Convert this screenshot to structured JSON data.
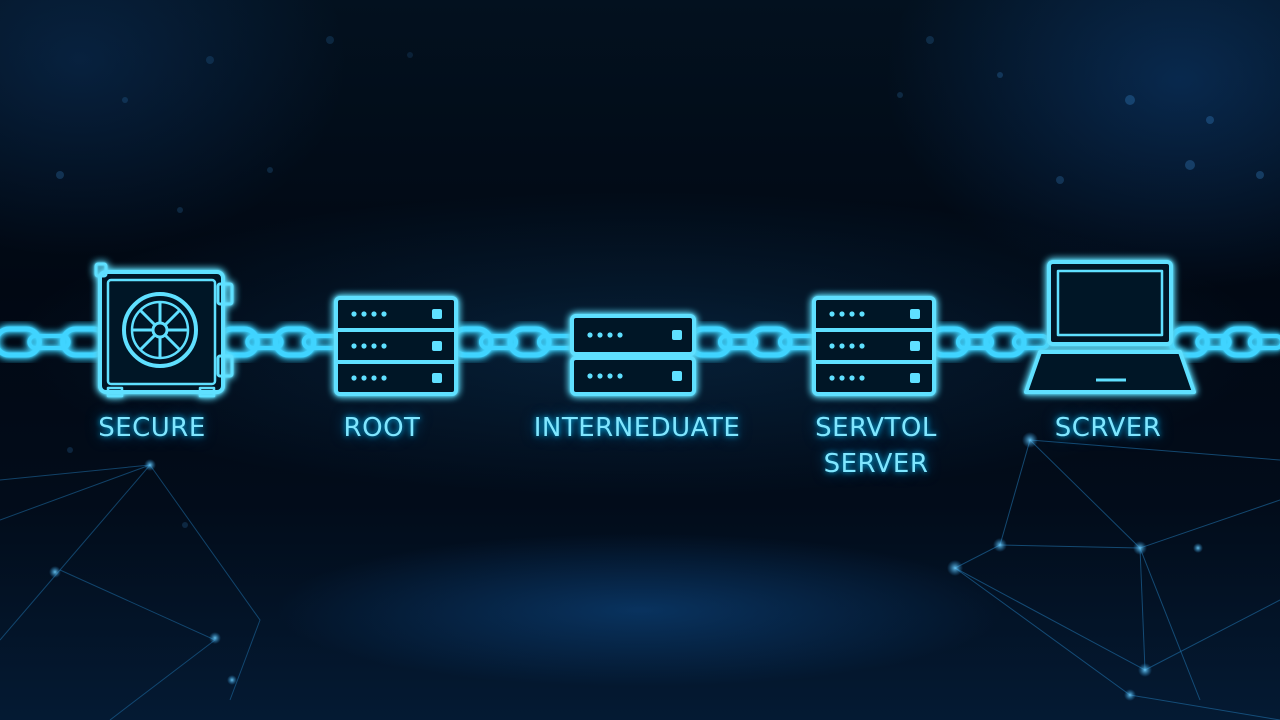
{
  "colors": {
    "glow": "#3fd4ff",
    "glow_core": "#b8f4ff",
    "label": "#7fe6ff",
    "background": "#020c18",
    "network": "#1f6fa8"
  },
  "nodes": [
    {
      "id": "secure",
      "icon": "safe-vault-icon",
      "label_lines": [
        "SECURE"
      ]
    },
    {
      "id": "root",
      "icon": "server-rack-icon",
      "label_lines": [
        "ROOT"
      ]
    },
    {
      "id": "intermediate",
      "icon": "server-rack-2u-icon",
      "label_lines": [
        "INTERNEDUATE"
      ]
    },
    {
      "id": "servitol",
      "icon": "server-rack-icon",
      "label_lines": [
        "SERVTOL",
        "SERVER"
      ]
    },
    {
      "id": "scrver",
      "icon": "laptop-icon",
      "label_lines": [
        "SCRVER"
      ]
    }
  ]
}
